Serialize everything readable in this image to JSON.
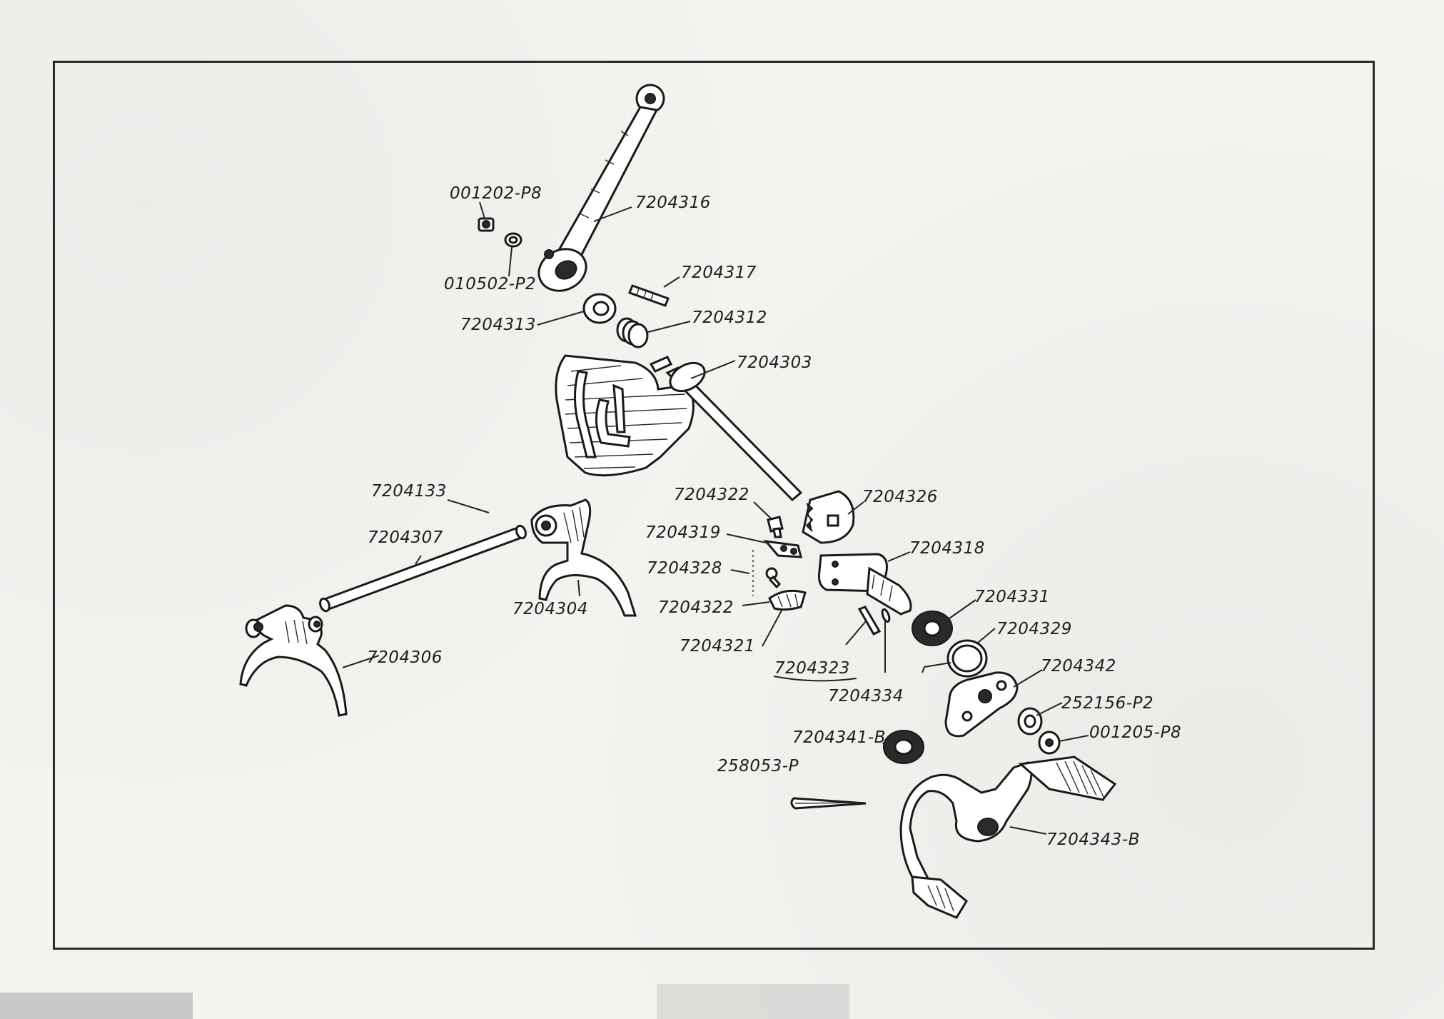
{
  "labels": {
    "p001202": "001202-P8",
    "p010502": "010502-P2",
    "p7204316": "7204316",
    "p7204317": "7204317",
    "p7204313": "7204313",
    "p7204312": "7204312",
    "p7204303": "7204303",
    "p7204133": "7204133",
    "p7204307": "7204307",
    "p7204304": "7204304",
    "p7204306": "7204306",
    "p7204322a": "7204322",
    "p7204319": "7204319",
    "p7204328": "7204328",
    "p7204322b": "7204322",
    "p7204321": "7204321",
    "p7204326": "7204326",
    "p7204318": "7204318",
    "p7204331": "7204331",
    "p7204329": "7204329",
    "p7204323": "7204323",
    "p7204334": "7204334",
    "p7204342": "7204342",
    "p252156": "252156-P2",
    "p001205": "001205-P8",
    "p7204341": "7204341-B",
    "p258053": "258053-P",
    "p7204343": "7204343-B"
  },
  "colors": {
    "ink": "#1a1a1a",
    "paper": "#f3f3f0"
  }
}
